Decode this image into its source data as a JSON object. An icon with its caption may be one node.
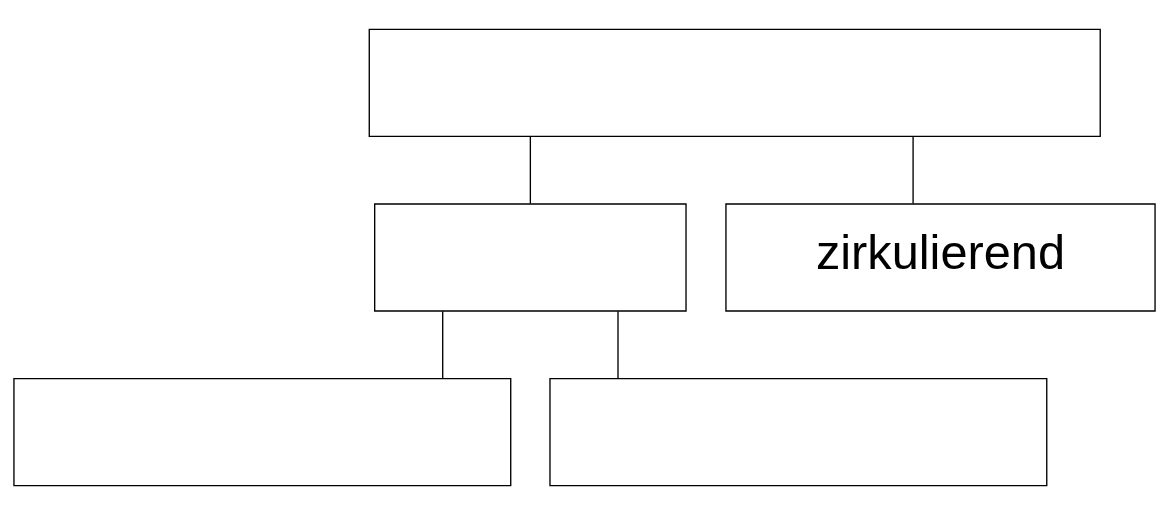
{
  "diagram": {
    "nodes": [
      {
        "text": [],
        "shape": "box"
      },
      {
        "text": [],
        "shape": "box"
      },
      {
        "text": [
          "zirkulierend"
        ]
      },
      {
        "text": [],
        "shape": "box"
      },
      {
        "text": [],
        "shape": "box"
      }
    ],
    "edges": [
      {
        "from": 0,
        "to": 1,
        "arrow": "none"
      },
      {
        "from": 0,
        "to": 2,
        "arrow": "none"
      },
      {
        "from": 1,
        "to": 3,
        "arrow": "none"
      },
      {
        "from": 1,
        "to": 4,
        "arrow": "none"
      }
    ]
  }
}
